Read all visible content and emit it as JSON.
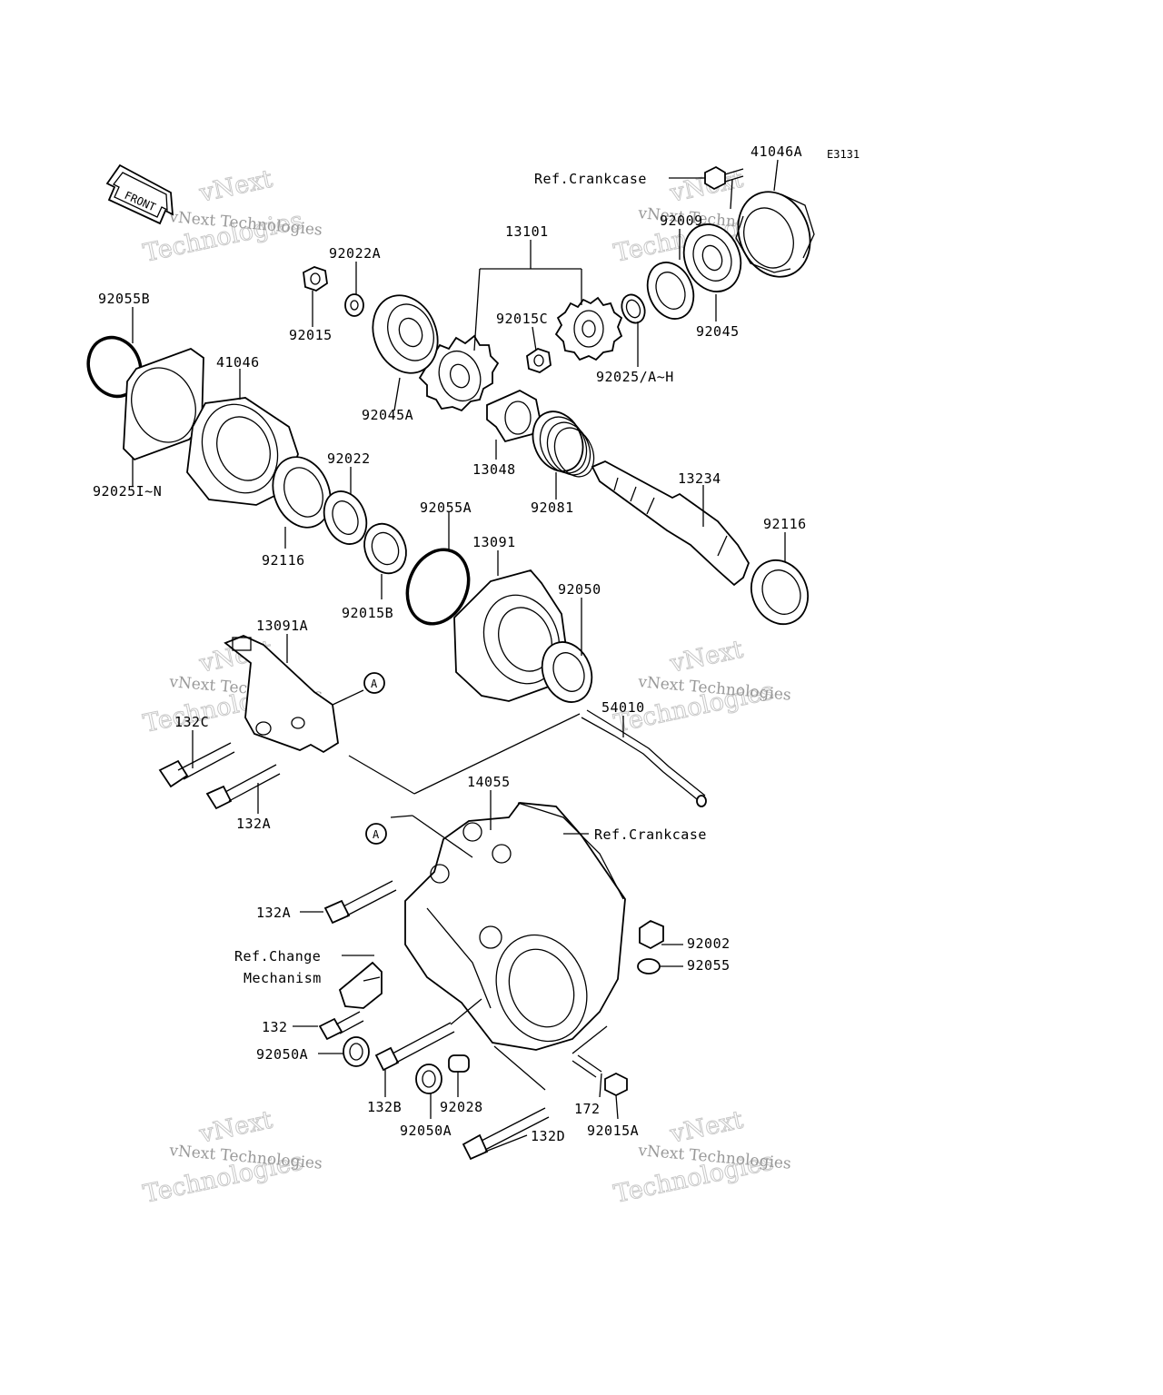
{
  "diagram": {
    "code": "E3131",
    "front_label": "FRONT",
    "labels": [
      {
        "id": "41046A",
        "text": "41046A"
      },
      {
        "id": "ref-crankcase-top",
        "text": "Ref.Crankcase"
      },
      {
        "id": "92009",
        "text": "92009"
      },
      {
        "id": "13101",
        "text": "13101"
      },
      {
        "id": "92022A",
        "text": "92022A"
      },
      {
        "id": "92055B",
        "text": "92055B"
      },
      {
        "id": "92015",
        "text": "92015"
      },
      {
        "id": "92015C",
        "text": "92015C"
      },
      {
        "id": "92045",
        "text": "92045"
      },
      {
        "id": "41046",
        "text": "41046"
      },
      {
        "id": "92025AH",
        "text": "92025/A~H"
      },
      {
        "id": "92045A",
        "text": "92045A"
      },
      {
        "id": "92022",
        "text": "92022"
      },
      {
        "id": "13048",
        "text": "13048"
      },
      {
        "id": "13234",
        "text": "13234"
      },
      {
        "id": "92025IN",
        "text": "92025I~N"
      },
      {
        "id": "92081",
        "text": "92081"
      },
      {
        "id": "92055A",
        "text": "92055A"
      },
      {
        "id": "92116-right",
        "text": "92116"
      },
      {
        "id": "13091",
        "text": "13091"
      },
      {
        "id": "92116-left",
        "text": "92116"
      },
      {
        "id": "92050",
        "text": "92050"
      },
      {
        "id": "92015B",
        "text": "92015B"
      },
      {
        "id": "13091A",
        "text": "13091A"
      },
      {
        "id": "54010",
        "text": "54010"
      },
      {
        "id": "132C",
        "text": "132C"
      },
      {
        "id": "132A-upper",
        "text": "132A"
      },
      {
        "id": "14055",
        "text": "14055"
      },
      {
        "id": "ref-crankcase-mid",
        "text": "Ref.Crankcase"
      },
      {
        "id": "132A-lower",
        "text": "132A"
      },
      {
        "id": "ref-change",
        "text": "Ref.Change"
      },
      {
        "id": "mechanism",
        "text": "Mechanism"
      },
      {
        "id": "92002",
        "text": "92002"
      },
      {
        "id": "92055",
        "text": "92055"
      },
      {
        "id": "132",
        "text": "132"
      },
      {
        "id": "92050A-left",
        "text": "92050A"
      },
      {
        "id": "132B",
        "text": "132B"
      },
      {
        "id": "92028",
        "text": "92028"
      },
      {
        "id": "172",
        "text": "172"
      },
      {
        "id": "92015A",
        "text": "92015A"
      },
      {
        "id": "92050A-bottom",
        "text": "92050A"
      },
      {
        "id": "132D",
        "text": "132D"
      }
    ],
    "callout_a": "A",
    "watermark": {
      "line1": "vNext Technologies",
      "stamp_a": "vNext",
      "stamp_b": "Technologies"
    }
  }
}
